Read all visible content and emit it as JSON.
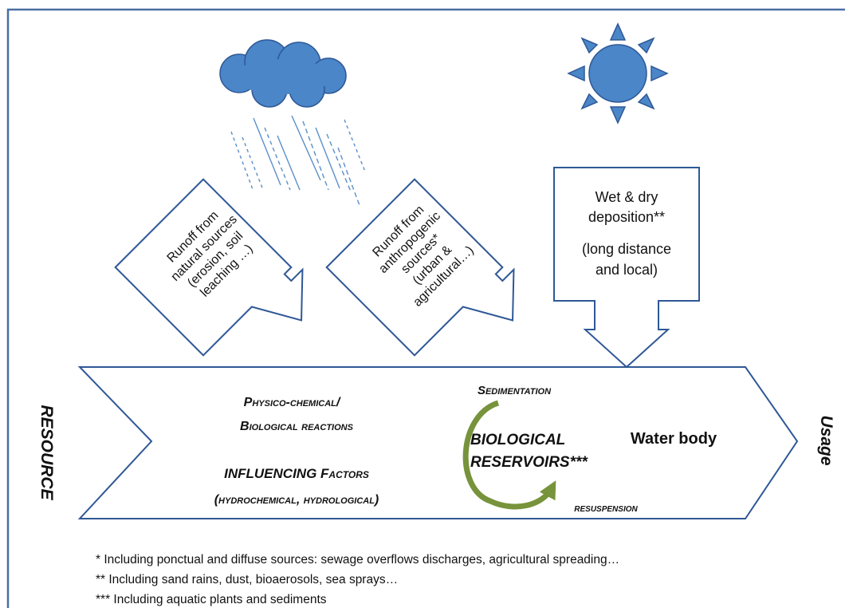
{
  "colors": {
    "frame": "#4a6fa5",
    "cloud_fill": "#4a86c8",
    "sun_fill": "#4a86c8",
    "rain": "#5b8fc9",
    "box_stroke": "#2f5896",
    "cycle_arrow": "#77933c",
    "text": "#111111"
  },
  "icons": {
    "cloud": "cloud-icon",
    "sun": "sun-icon",
    "rain": "rain-icon",
    "cycle": "cycle-arrow-icon"
  },
  "inputs": {
    "natural": [
      "Runoff from",
      "natural sources",
      "(erosion, soil",
      "leaching …)"
    ],
    "anthropogenic": [
      "Runoff from",
      "anthropogenic",
      "sources*",
      "(urban &",
      "agricultural…)"
    ],
    "deposition": [
      "Wet & dry",
      "deposition**",
      "(long distance",
      "and local)"
    ]
  },
  "flow": {
    "resource": "RESOURCE",
    "usage": "Usage",
    "reactions_line1": "Physico-chemical/",
    "reactions_line2": "Biological reactions",
    "factors_line1": "INFLUENCING Factors",
    "factors_line2": "(hydrochemical, hydrological)",
    "sedimentation": "Sedimentation",
    "resuspension": "resuspension",
    "reservoirs_line1": "BIOLOGICAL",
    "reservoirs_line2": "RESERVOIRS***",
    "water_body": "Water body"
  },
  "footnotes": [
    "* Including ponctual and diffuse sources: sewage overflows discharges,  agricultural spreading…",
    "** Including sand rains, dust, bioaerosols, sea sprays…",
    "*** Including aquatic plants and sediments"
  ]
}
